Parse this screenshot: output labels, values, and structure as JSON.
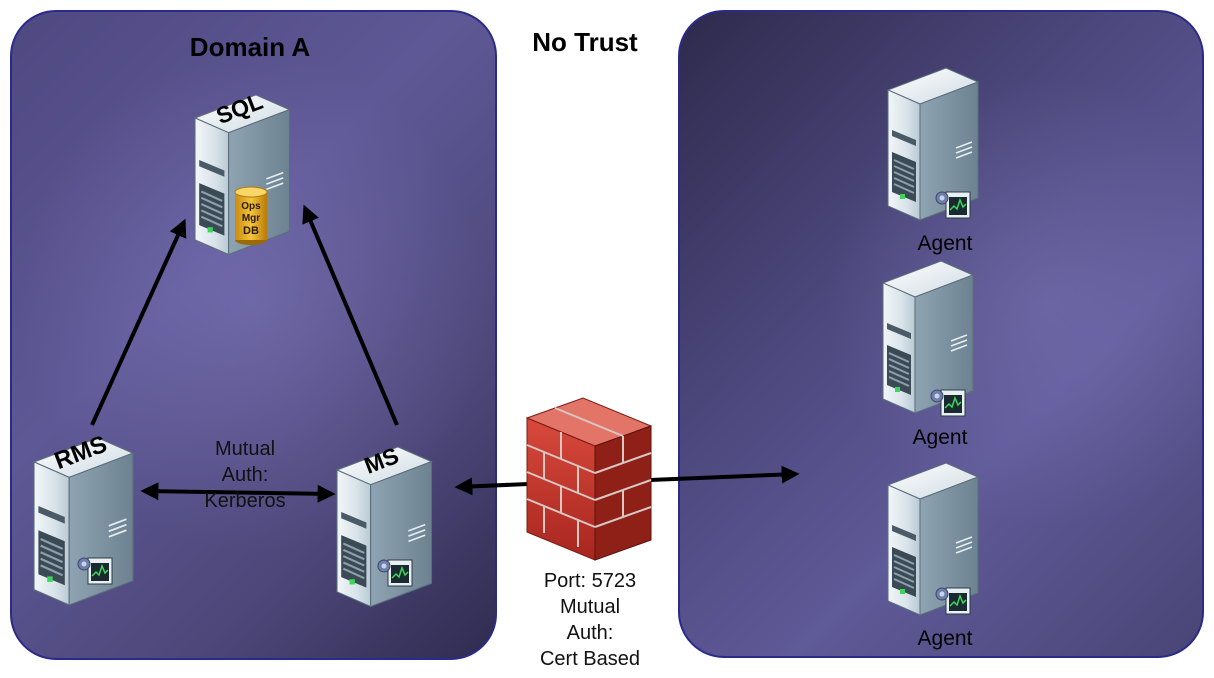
{
  "domain_a": {
    "title": "Domain A"
  },
  "center": {
    "title": "No Trust"
  },
  "servers": {
    "sql": {
      "label": "SQL",
      "db_badge": [
        "Ops",
        "Mgr",
        "DB"
      ]
    },
    "rms": {
      "label": "RMS"
    },
    "ms": {
      "label": "MS"
    }
  },
  "links": {
    "rms_ms": [
      "Mutual",
      "Auth:",
      "Kerberos"
    ],
    "firewall": [
      "Port: 5723",
      "Mutual",
      "Auth:",
      "Cert Based"
    ]
  },
  "agents": [
    {
      "label": "Agent"
    },
    {
      "label": "Agent"
    },
    {
      "label": "Agent"
    }
  ],
  "colors": {
    "panel_border": "#2a2a8a",
    "panel_fill": "#5e5896",
    "server_body": "#dfe8ee",
    "firewall_brick": "#c0332b",
    "db_cylinder": "#e8b020"
  }
}
